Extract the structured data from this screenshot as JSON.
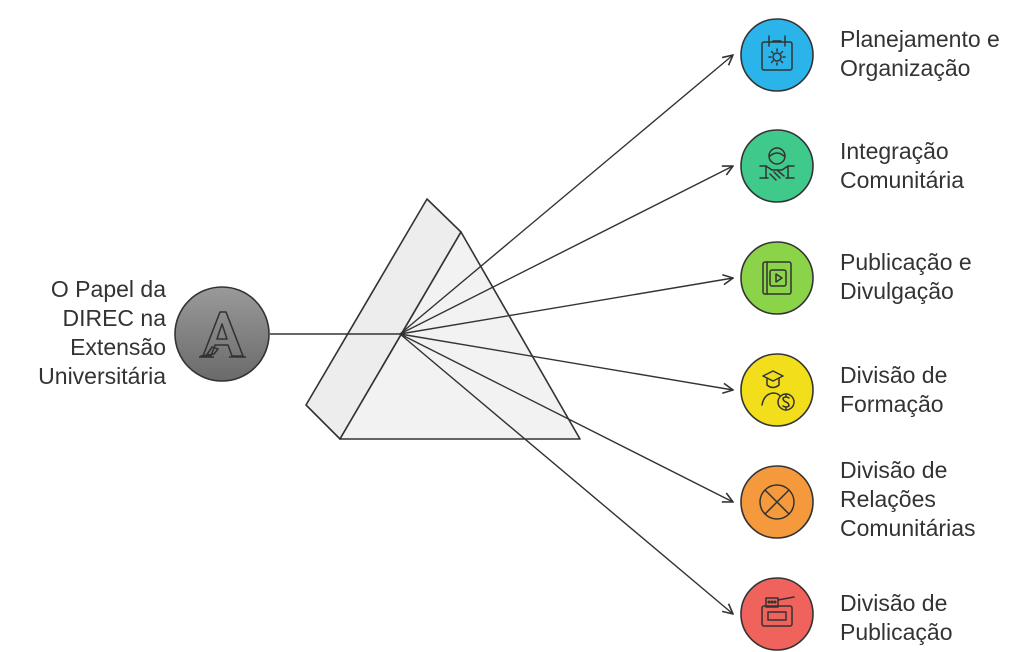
{
  "source": {
    "label": "O Papel da\nDIREC na\nExtensão\nUniversitária",
    "icon": "letter-a-icon",
    "color": "#7a7a7a"
  },
  "outputs": [
    {
      "label": "Planejamento e\nOrganização",
      "icon": "calendar-gear-icon",
      "color": "#2bb4ea"
    },
    {
      "label": "Integração\nComunitária",
      "icon": "handshake-icon",
      "color": "#3fc98a"
    },
    {
      "label": "Publicação e\nDivulgação",
      "icon": "media-book-icon",
      "color": "#8bd44a"
    },
    {
      "label": "Divisão de\nFormação",
      "icon": "graduate-money-icon",
      "color": "#f2de1a"
    },
    {
      "label": "Divisão de\nRelações\nComunitárias",
      "icon": "circle-x-icon",
      "color": "#f59a3c"
    },
    {
      "label": "Divisão de\nPublicação",
      "icon": "printer-icon",
      "color": "#f0625c"
    }
  ]
}
